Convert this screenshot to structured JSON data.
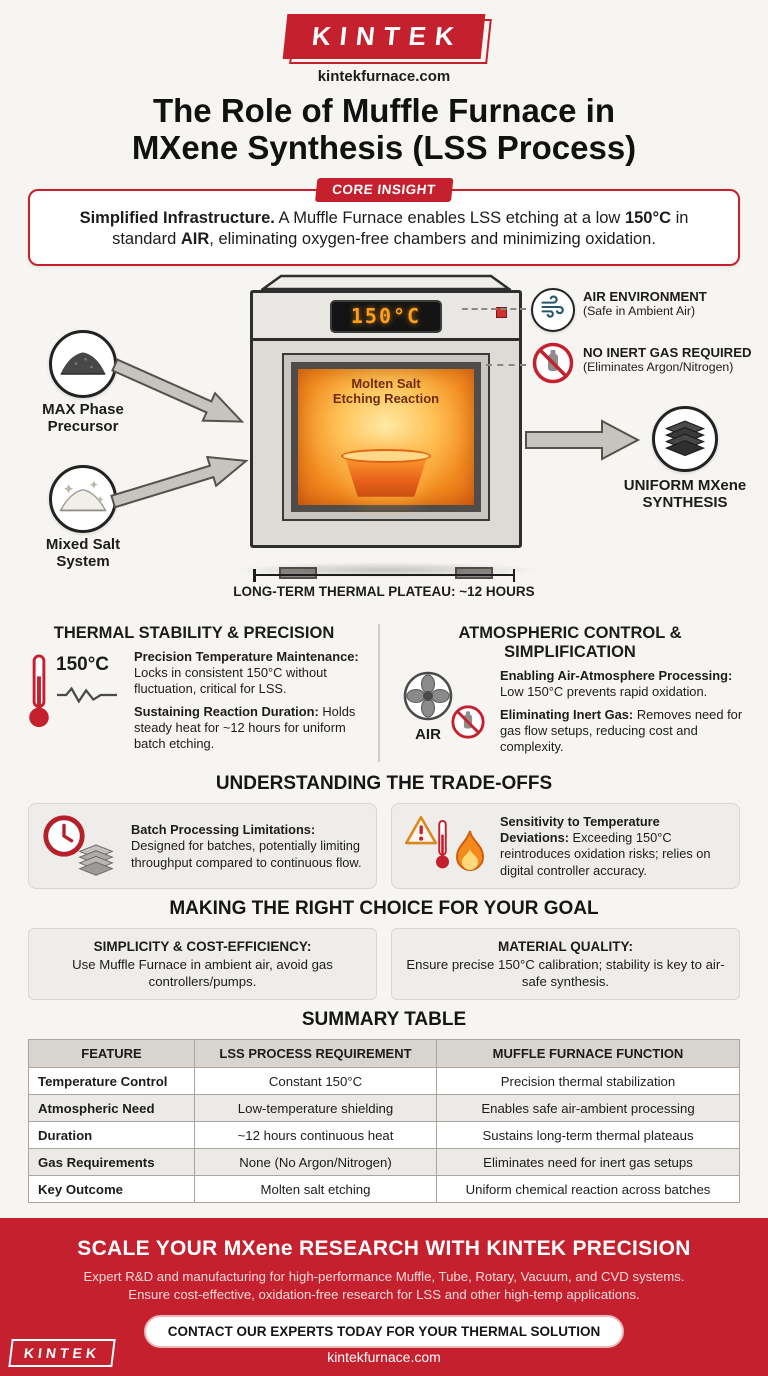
{
  "colors": {
    "brand_red": "#c5202e",
    "glow_orange": "#f28a1e",
    "panel_gray": "#efedea"
  },
  "brand": {
    "logo": "KINTEK",
    "website": "kintekfurnace.com"
  },
  "header": {
    "title_line1": "The Role of Muffle Furnace in",
    "title_line2": "MXene Synthesis (LSS Process)"
  },
  "core_insight": {
    "badge": "CORE INSIGHT",
    "lead": "Simplified Infrastructure.",
    "seg1": " A Muffle Furnace enables LSS etching at a low ",
    "bold1": "150°C",
    "seg2": " in standard ",
    "bold2": "AIR",
    "seg3": ", eliminating oxygen-free chambers and minimizing oxidation."
  },
  "diagram": {
    "display_temp": "150°C",
    "chamber_line1": "Molten Salt",
    "chamber_line2": "Etching Reaction",
    "input1_line1": "MAX Phase",
    "input1_line2": "Precursor",
    "input2_line1": "Mixed Salt",
    "input2_line2": "System",
    "air_title": "AIR ENVIRONMENT",
    "air_sub": "(Safe in Ambient Air)",
    "gas_title": "NO INERT GAS REQUIRED",
    "gas_sub": "(Eliminates Argon/Nitrogen)",
    "output_line1": "UNIFORM MXene",
    "output_line2": "SYNTHESIS",
    "plateau": "LONG-TERM THERMAL PLATEAU: ~12 HOURS"
  },
  "features": {
    "thermal": {
      "title": "THERMAL STABILITY & PRECISION",
      "icon_value": "150°C",
      "point1_title": "Precision Temperature Maintenance:",
      "point1_text": " Locks in consistent 150°C without fluctuation, critical for LSS.",
      "point2_title": "Sustaining Reaction Duration:",
      "point2_text": " Holds steady heat for ~12 hours for uniform batch etching."
    },
    "atmospheric": {
      "title_line1": "ATMOSPHERIC CONTROL &",
      "title_line2": "SIMPLIFICATION",
      "icon_label": "AIR",
      "point1_title": "Enabling Air-Atmosphere Processing:",
      "point1_text": " Low 150°C prevents rapid oxidation.",
      "point2_title": "Eliminating Inert Gas:",
      "point2_text": " Removes need for gas flow setups, reducing cost and complexity."
    }
  },
  "tradeoffs": {
    "title": "UNDERSTANDING THE TRADE-OFFS",
    "card1_bold": "Batch Processing Limitations:",
    "card1_text": " Designed for batches, potentially limiting throughput compared to continuous flow.",
    "card2_bold": "Sensitivity to Temperature Deviations:",
    "card2_text": " Exceeding 150°C reintroduces oxidation risks; relies on digital controller accuracy."
  },
  "choice": {
    "title": "MAKING THE RIGHT CHOICE FOR YOUR GOAL",
    "card1_bold": "SIMPLICITY & COST-EFFICIENCY:",
    "card1_text": "Use Muffle Furnace in ambient air, avoid gas controllers/pumps.",
    "card2_bold": "MATERIAL QUALITY:",
    "card2_text": "Ensure precise 150°C calibration; stability is key to air-safe synthesis."
  },
  "summary_table": {
    "title": "SUMMARY TABLE",
    "headers": [
      "FEATURE",
      "LSS PROCESS REQUIREMENT",
      "MUFFLE FURNACE FUNCTION"
    ],
    "rows": [
      [
        "Temperature Control",
        "Constant 150°C",
        "Precision thermal stabilization"
      ],
      [
        "Atmospheric Need",
        "Low-temperature shielding",
        "Enables safe air-ambient processing"
      ],
      [
        "Duration",
        "~12 hours continuous heat",
        "Sustains long-term thermal plateaus"
      ],
      [
        "Gas Requirements",
        "None (No Argon/Nitrogen)",
        "Eliminates need for inert gas setups"
      ],
      [
        "Key Outcome",
        "Molten salt etching",
        "Uniform chemical reaction across batches"
      ]
    ]
  },
  "footer": {
    "headline": "SCALE YOUR MXene RESEARCH WITH KINTEK PRECISION",
    "text_line1": "Expert R&D and manufacturing for high-performance Muffle, Tube, Rotary, Vacuum, and CVD systems.",
    "text_line2": "Ensure cost-effective, oxidation-free research for LSS and other high-temp applications.",
    "cta": "CONTACT OUR EXPERTS TODAY FOR YOUR THERMAL SOLUTION",
    "logo": "KINTEK",
    "website": "kintekfurnace.com"
  }
}
